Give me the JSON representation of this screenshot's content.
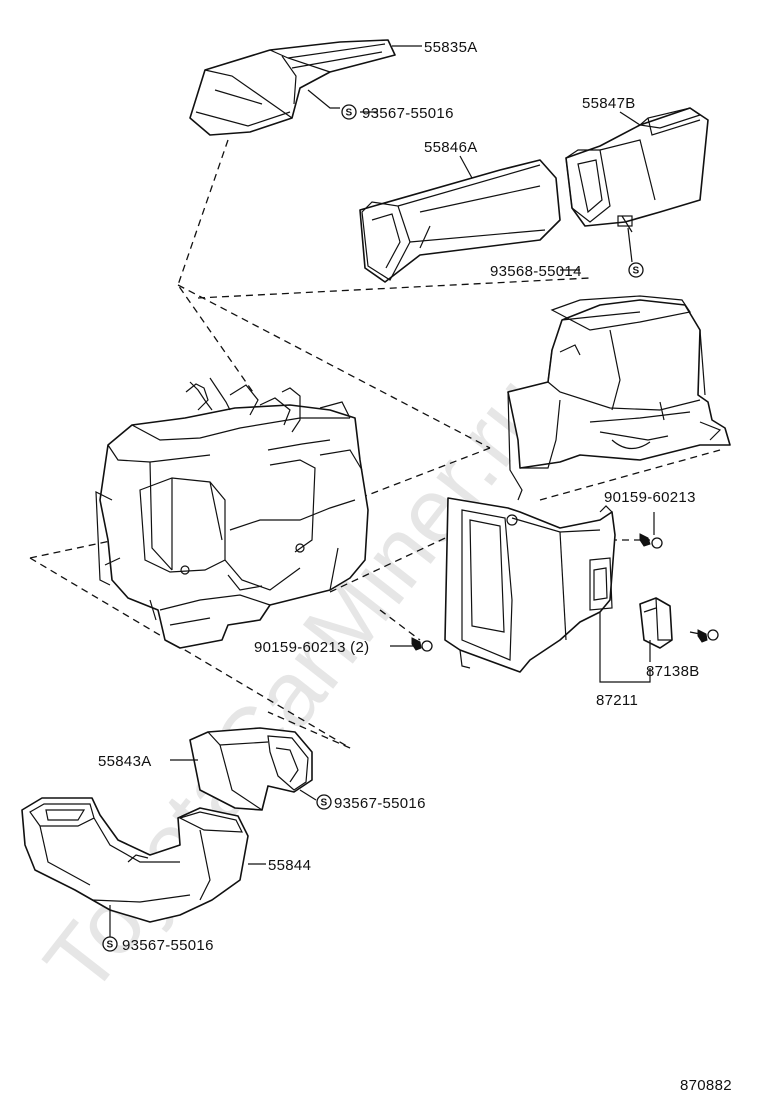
{
  "watermark": "ToyotaCarMiner.ru",
  "diagram_id": "870882",
  "sealant_mark": "S",
  "labels": {
    "p55835A": "55835A",
    "p93567_top": "93567-55016",
    "p55847B": "55847B",
    "p55846A": "55846A",
    "p93568": "93568-55014",
    "p90159_right": "90159-60213",
    "p90159_left": "90159-60213 (2)",
    "p87138B": "87138B",
    "p87211": "87211",
    "p55843A": "55843A",
    "p93567_mid": "93567-55016",
    "p55844": "55844",
    "p93567_bot": "93567-55016"
  }
}
